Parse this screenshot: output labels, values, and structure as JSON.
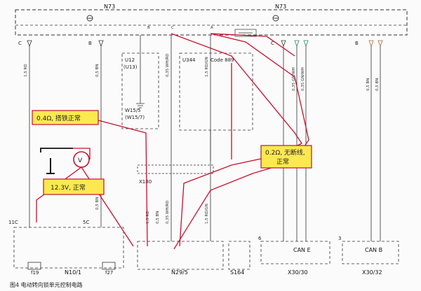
{
  "header": {
    "left_module": "N73",
    "right_module": "N73",
    "pin_a": "A",
    "pin_b": "B",
    "pin_c": "C"
  },
  "connectors": {
    "left_c": "C",
    "left_b": "B",
    "right_c": "C",
    "right_b": "B"
  },
  "wires": {
    "w1": "1,5 RD",
    "w2": "0,5 BN",
    "w3": "0,35 WH/RD",
    "w4": "1,5 RD/GN",
    "w5": "0,35 WH/RD",
    "w6": "0,5 BN",
    "w7": "1,5 RD/GN",
    "w8": "1,5 RD",
    "w9": "0,5 BN",
    "can1": "0,35 GN/WH",
    "can2": "0,35 GN/WH",
    "can3": "0,5 BN",
    "can4": "0,5 BN"
  },
  "components": {
    "u12": "U12",
    "u13": "(U13)",
    "w15": "W15/5",
    "w15b": "(W15/7)",
    "u344": "U344",
    "code889": "Code 889",
    "x180": "X180",
    "s164": "S164",
    "n295": "N29/5",
    "n101": "N10/1",
    "f19": "f19",
    "f27": "f27",
    "can_e": "CAN E",
    "can_b": "CAN B",
    "x3030": "X30/30",
    "x3032": "X30/32",
    "c11": "11C",
    "c5": "5C",
    "pin_6": "6",
    "pin_3": "3"
  },
  "annotations": {
    "ground_note": "0.4Ω, 搭铁正常",
    "voltage_note": "12.3V, 正常",
    "open_note_1": "0.2Ω, 无断线,",
    "open_note_2": "正常",
    "meter_symbol": "V"
  },
  "caption": "图4   电动转向锁单元控制电路",
  "colors": {
    "wire_red": "#c8102e",
    "callout_bg": "#fbe94f",
    "callout_border": "#c8102e"
  }
}
